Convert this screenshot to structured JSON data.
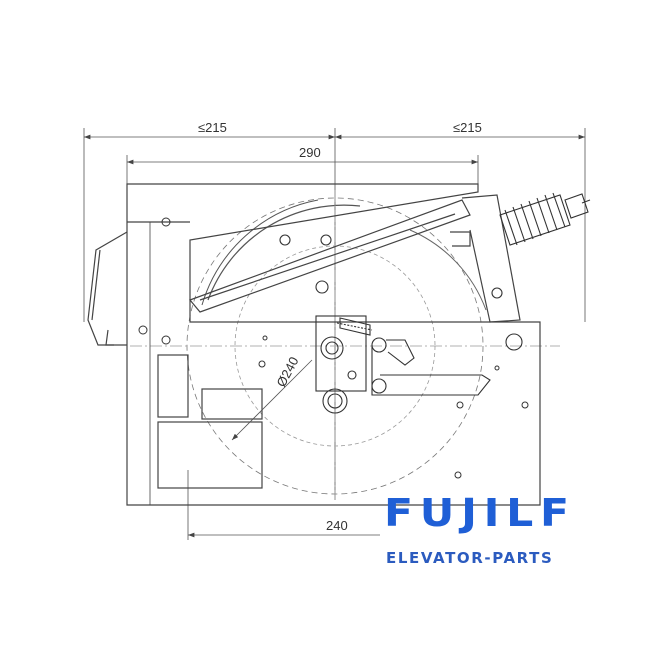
{
  "dimensions": {
    "top_left": "≤215",
    "top_right": "≤215",
    "overall_width": "290",
    "bottom_width": "240",
    "diameter": "Ø240"
  },
  "brand": {
    "name": "FUJILF",
    "tagline": "ELEVATOR-PARTS",
    "color": "#1f5fd6"
  }
}
